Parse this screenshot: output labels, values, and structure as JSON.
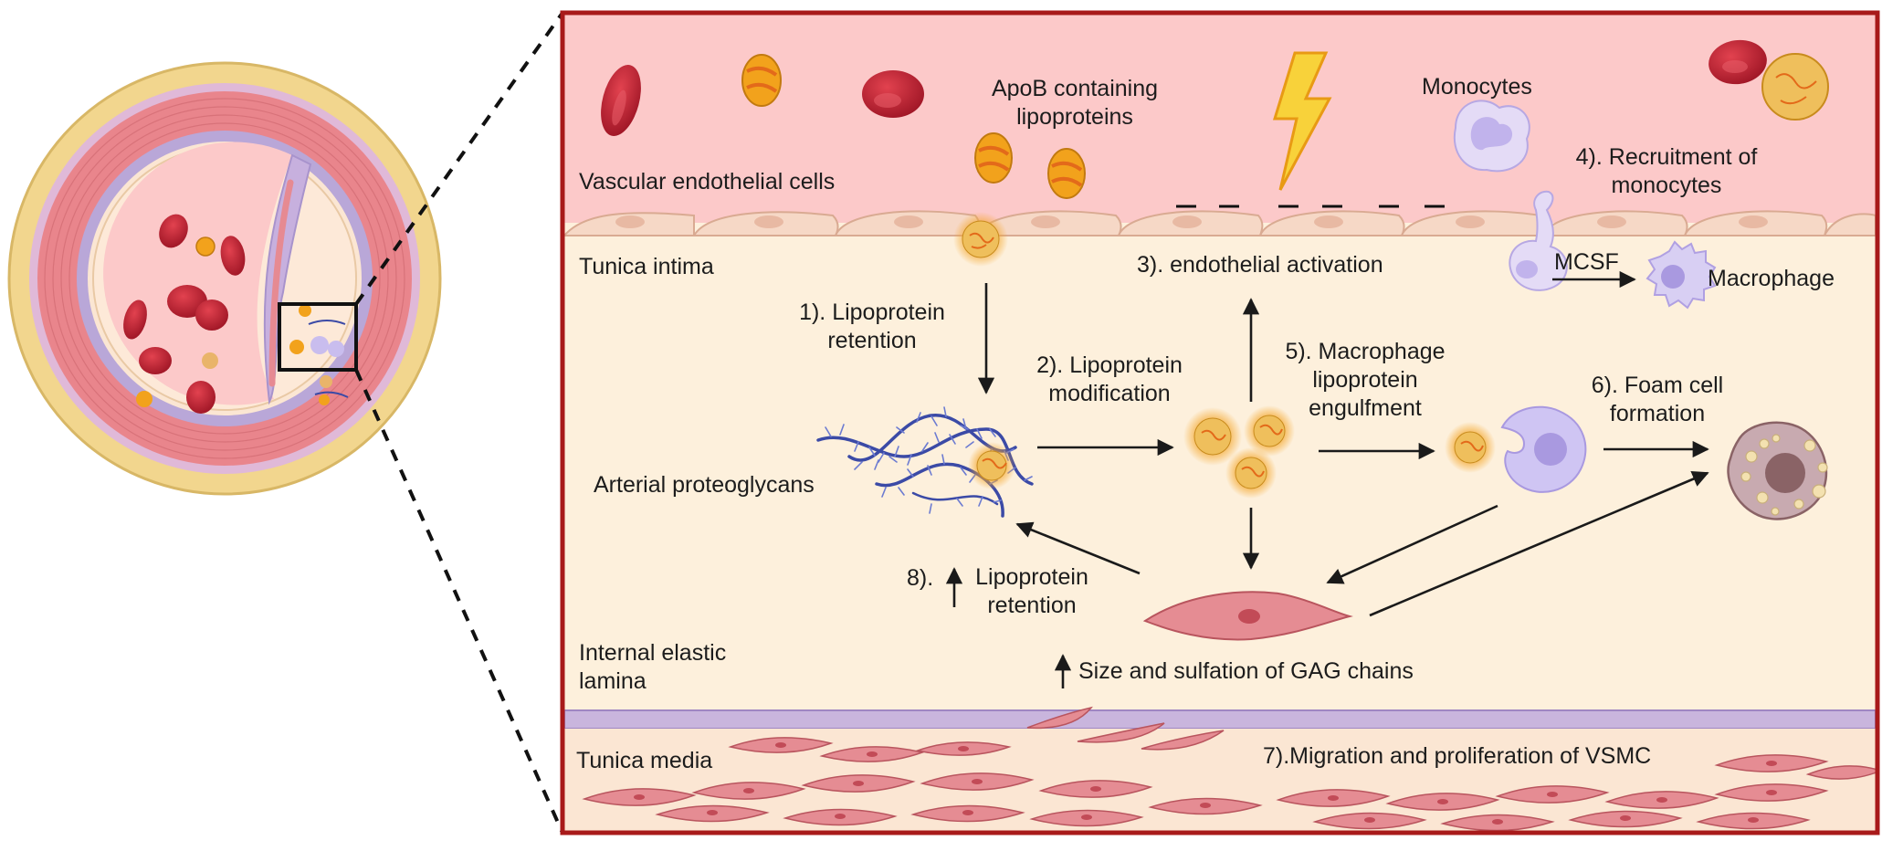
{
  "labels": {
    "apob": "ApoB containing\nlipoproteins",
    "monocytes": "Monocytes",
    "vascular_endothelial": "Vascular endothelial cells",
    "recruitment": "4). Recruitment of\nmonocytes",
    "tunica_intima": "Tunica intima",
    "endothelial_activation": "3). endothelial activation",
    "mcsf": "MCSF",
    "macrophage": "Macrophage",
    "lipoprotein_retention": "1). Lipoprotein\nretention",
    "lipoprotein_modification": "2). Lipoprotein\nmodification",
    "macrophage_engulfment": "5). Macrophage\nlipoprotein\nengulfment",
    "foam_cell": "6). Foam cell\nformation",
    "arterial_proteoglycans": "Arterial proteoglycans",
    "retention_increase_prefix": "8).",
    "retention_increase": "Lipoprotein\nretention",
    "internal_elastic_lamina": "Internal elastic\nlamina",
    "gag_chains": "Size and sulfation of GAG chains",
    "tunica_media": "Tunica media",
    "vsmc_migration": "7).Migration and proliferation of VSMC"
  },
  "colors": {
    "frame": "#a81a1a",
    "lumen": "#fcc9c9",
    "intima": "#fdf0dc",
    "media": "#fbe6d3",
    "elastic_lamina": "#c9b5dd",
    "red_cell": "#c42637",
    "lipoprotein": "#f2a21c",
    "monocyte": "#d3c8f1",
    "vsmc": "#e58c93",
    "proteoglycan": "#3b4aa6",
    "foam_cell": "#8a6366",
    "arrow": "#1a1a1a"
  },
  "icons": [
    "lightning-bolt-icon",
    "red-blood-cell-icon",
    "lipoprotein-particle-icon",
    "monocyte-icon",
    "macrophage-icon",
    "foam-cell-icon",
    "proteoglycan-icon",
    "smooth-muscle-cell-icon"
  ]
}
